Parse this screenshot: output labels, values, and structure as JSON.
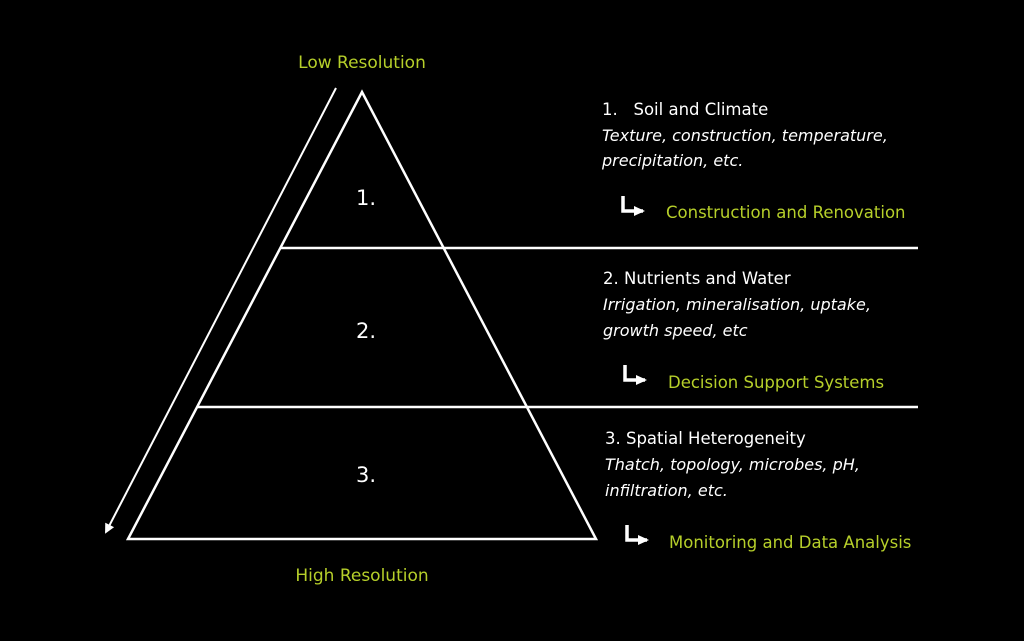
{
  "top_label": "Low Resolution",
  "bottom_label": "High Resolution",
  "accent_color": "#b6cf2a",
  "levels": [
    {
      "number": "1.",
      "heading": "1.   Soil and Climate",
      "details": [
        "Texture, construction, temperature,",
        "precipitation, etc."
      ],
      "application": "Construction and Renovation"
    },
    {
      "number": "2.",
      "heading": "2. Nutrients and Water",
      "details": [
        "Irrigation, mineralisation, uptake,",
        "growth speed, etc"
      ],
      "application": "Decision Support Systems"
    },
    {
      "number": "3.",
      "heading": "3. Spatial Heterogeneity",
      "details": [
        "Thatch, topology, microbes, pH,",
        "infiltration, etc."
      ],
      "application": "Monitoring and Data Analysis"
    }
  ]
}
